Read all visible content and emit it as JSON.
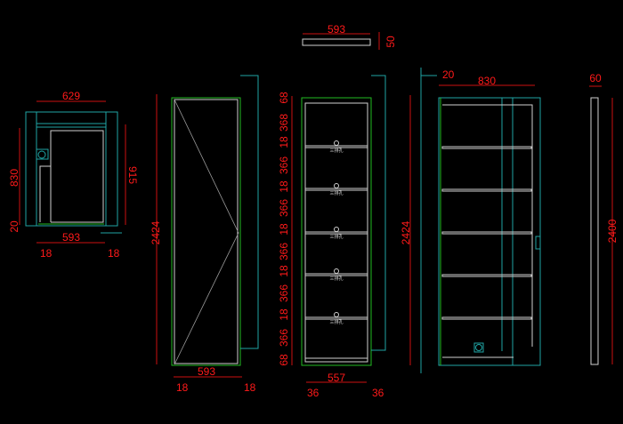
{
  "view_plan": {
    "width": "629",
    "left_height": "830",
    "left_offset": "20",
    "right_height": "915",
    "inner_width": "593",
    "left_side": "18",
    "right_side": "18"
  },
  "view_side": {
    "height": "2424",
    "width": "593",
    "left_side": "18",
    "right_side": "18"
  },
  "view_top_board": {
    "width": "593",
    "thickness": "50"
  },
  "view_front": {
    "vertical_dims": [
      "68",
      "368",
      "18",
      "366",
      "18",
      "366",
      "18",
      "366",
      "18",
      "366",
      "18",
      "366",
      "68"
    ],
    "width": "557",
    "left_side": "36",
    "right_side": "36",
    "hole_label": "三排孔"
  },
  "view_open": {
    "offset": "20",
    "width": "830",
    "height": "2424"
  },
  "view_panel": {
    "thickness": "60",
    "height": "2400"
  },
  "colors": {
    "background": "#000000",
    "dimension": "#ff1a1a",
    "outline_cyan": "#1fa5a5",
    "outline_green": "#22bb22",
    "shelf_white": "#cfcfcf"
  }
}
